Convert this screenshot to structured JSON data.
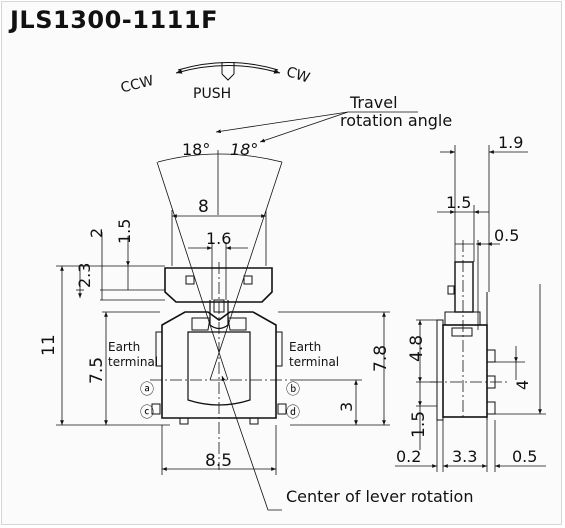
{
  "title": "JLS1300-1111F",
  "rotation": {
    "ccw": "CCW",
    "cw": "CW",
    "push": "PUSH",
    "travel_line1": "Travel",
    "travel_line2": "rotation angle",
    "angle_left": "18°",
    "angle_right": "18°"
  },
  "front_view": {
    "dim_top_width": "8",
    "dim_lever_width": "1.6",
    "dim_2": "2",
    "dim_1_5": "1.5",
    "dim_2_3": "2.3",
    "dim_11": "11",
    "dim_7_5": "7.5",
    "dim_7_8": "7.8",
    "dim_3": "3",
    "dim_bottom_width": "8.5",
    "earth_left_line1": "Earth",
    "earth_left_line2": "terminal",
    "earth_right_line1": "Earth",
    "earth_right_line2": "terminal",
    "terminal_a": "ⓐ",
    "terminal_b": "ⓑ",
    "terminal_c": "ⓒ",
    "terminal_d": "ⓓ",
    "center_label": "Center of lever rotation"
  },
  "side_view": {
    "dim_1_9": "1.9",
    "dim_1_5_top": "1.5",
    "dim_0_5_top": "0.5",
    "dim_4_8": "4.8",
    "dim_4": "4",
    "dim_1_5_bottom": "1.5",
    "dim_0_2": "0.2",
    "dim_3_3": "3.3",
    "dim_0_5_bottom": "0.5"
  },
  "colors": {
    "line": "#111111",
    "background": "#fbfbfb",
    "border": "#d6d6d6"
  }
}
